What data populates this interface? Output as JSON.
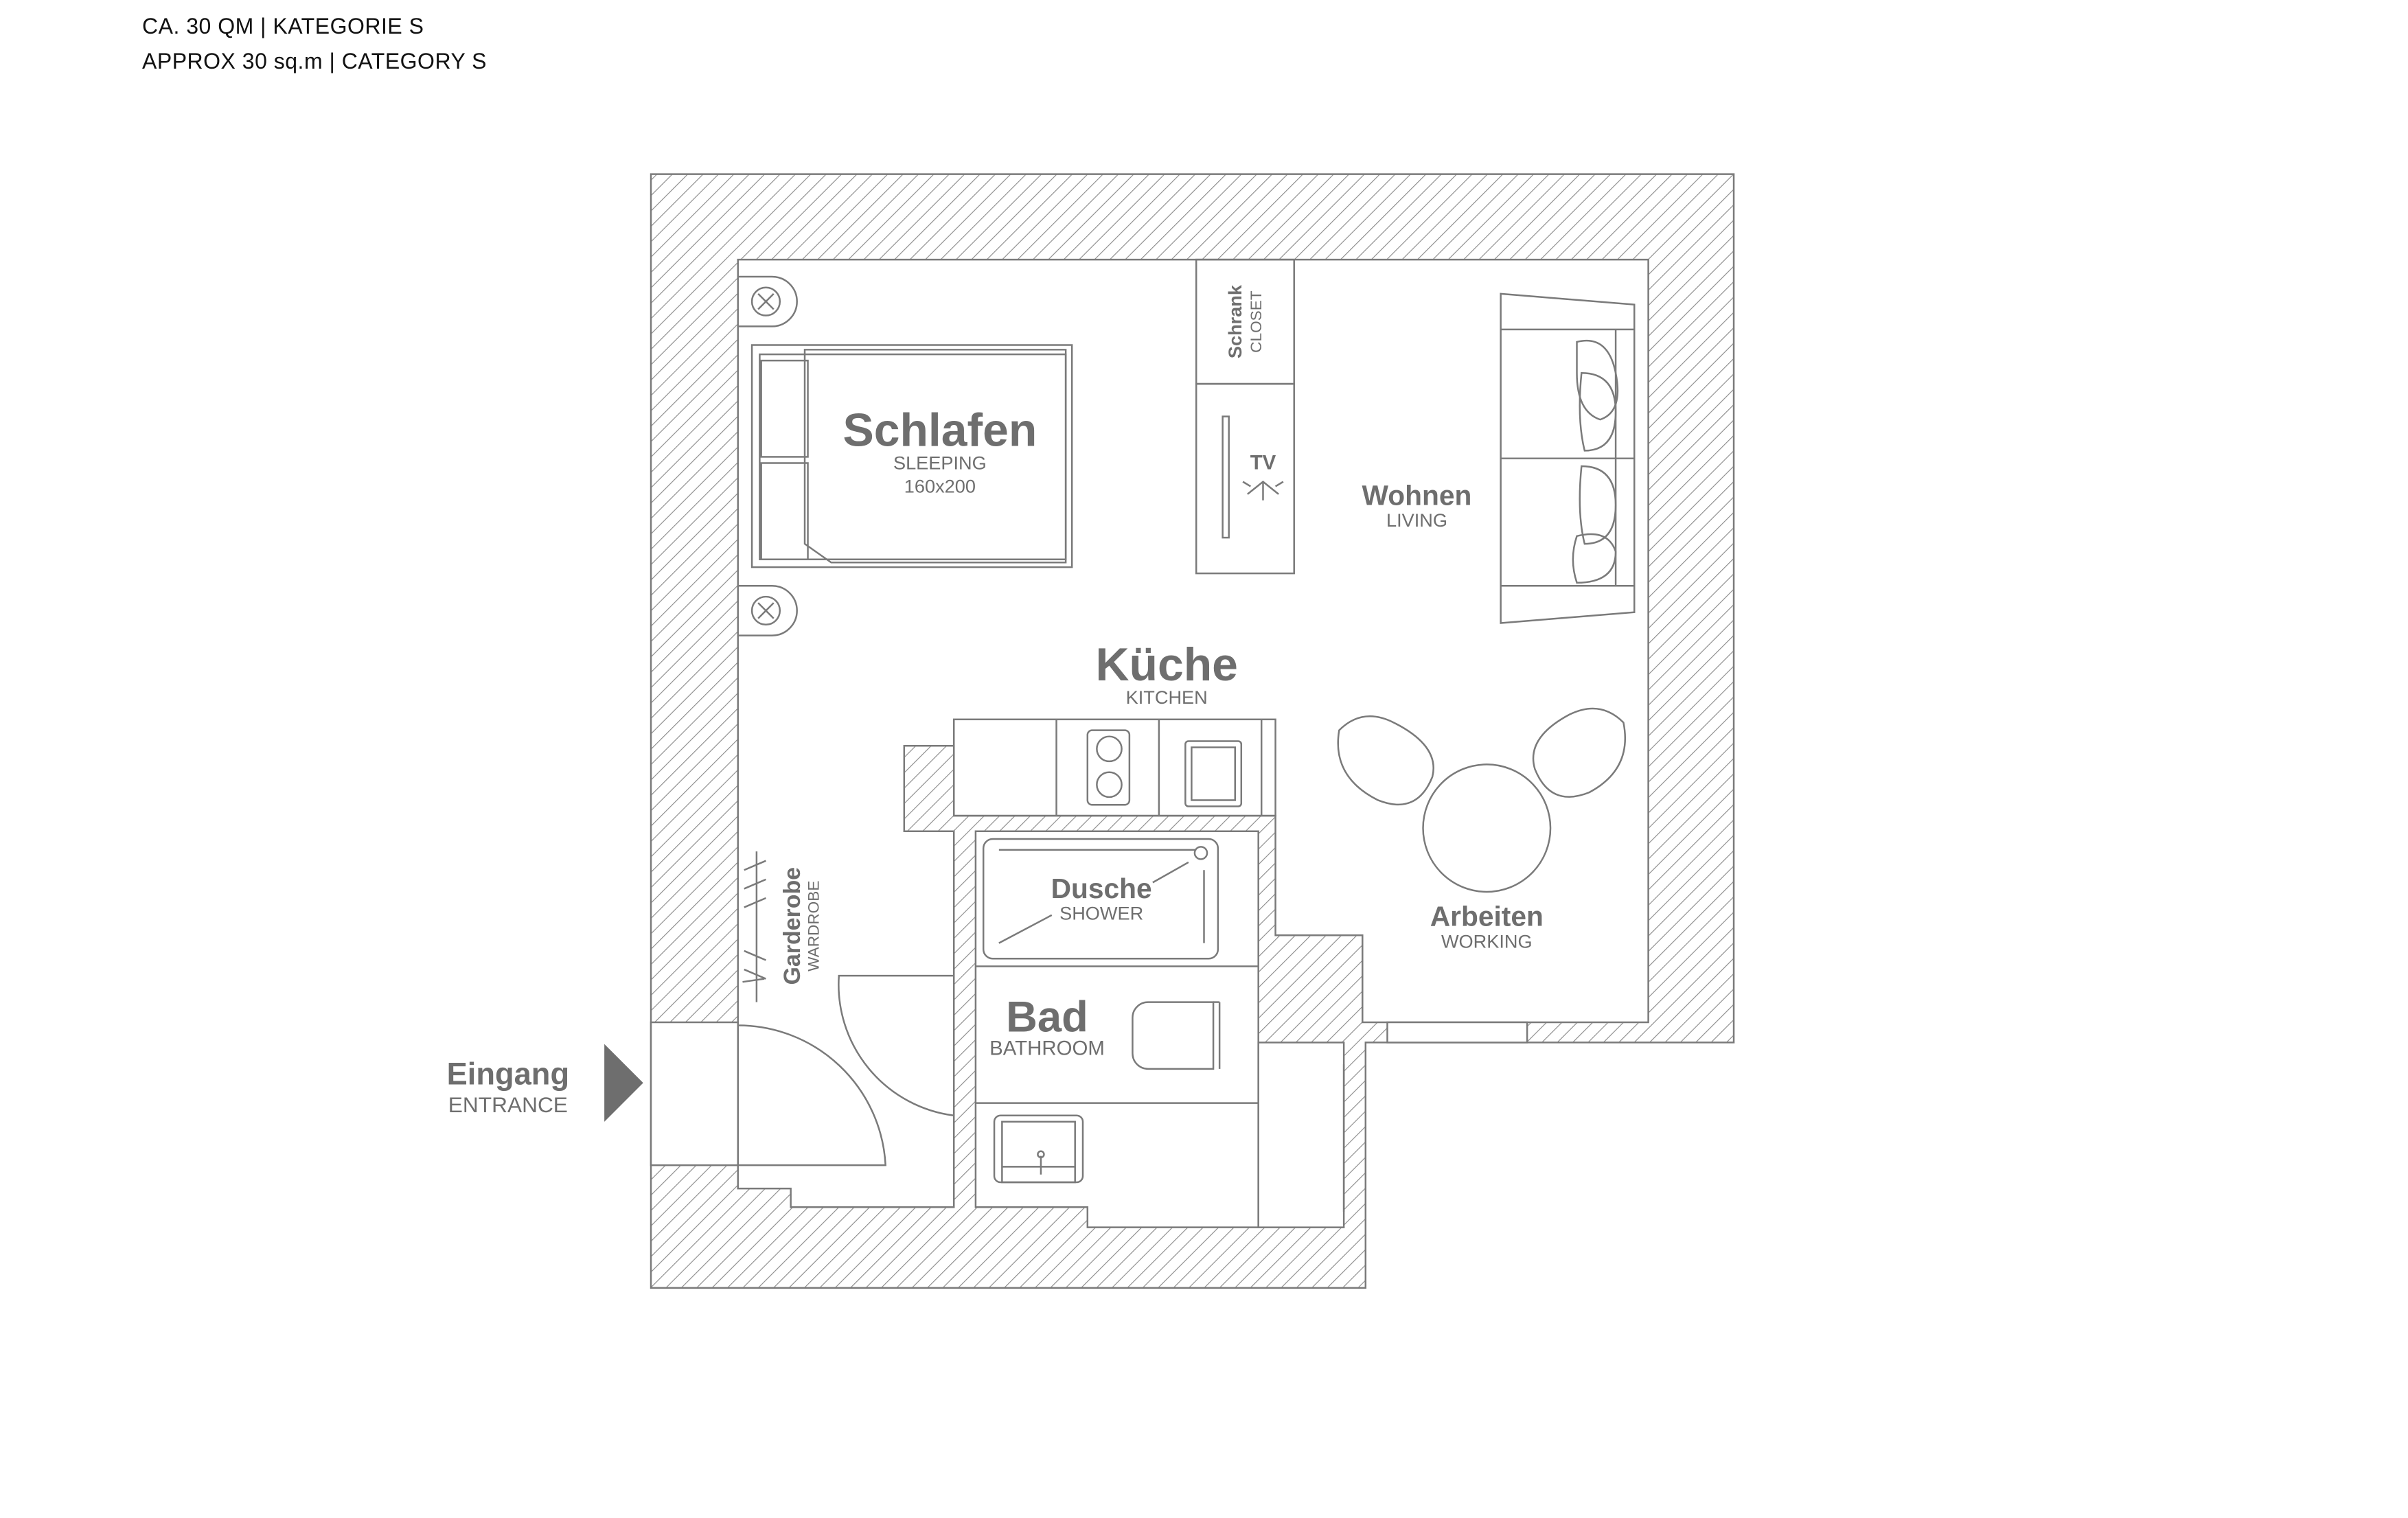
{
  "header": {
    "line1": "CA. 30 QM | KATEGORIE S",
    "line2": "APPROX 30 sq.m | CATEGORY S"
  },
  "rooms": {
    "sleeping": {
      "de": "Schlafen",
      "en": "SLEEPING",
      "size": "160x200"
    },
    "closet": {
      "de": "Schrank",
      "en": "CLOSET"
    },
    "tv": {
      "label": "TV"
    },
    "living": {
      "de": "Wohnen",
      "en": "LIVING"
    },
    "kitchen": {
      "de": "Küche",
      "en": "KITCHEN"
    },
    "working": {
      "de": "Arbeiten",
      "en": "WORKING"
    },
    "shower": {
      "de": "Dusche",
      "en": "SHOWER"
    },
    "bathroom": {
      "de": "Bad",
      "en": "BATHROOM"
    },
    "wardrobe": {
      "de": "Garderobe",
      "en": "WARDROBE"
    },
    "entrance": {
      "de": "Eingang",
      "en": "ENTRANCE"
    }
  },
  "colors": {
    "line": "#7a7a7a",
    "label": "#6e6e6e",
    "header": "#111111"
  }
}
